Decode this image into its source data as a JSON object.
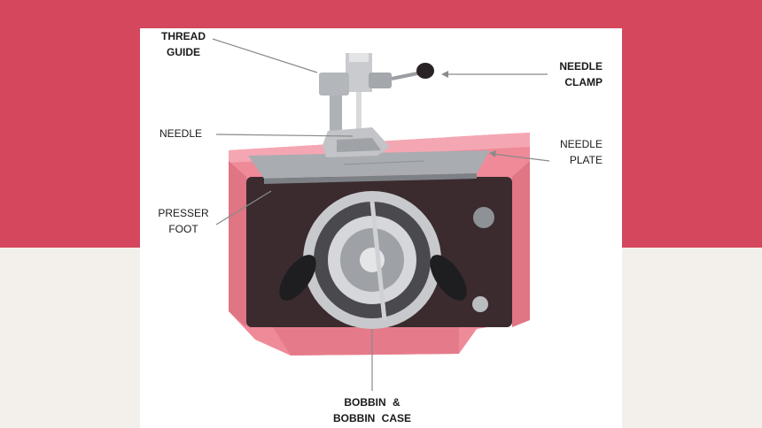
{
  "labels": {
    "thread_guide": [
      "THREAD",
      "GUIDE"
    ],
    "needle_clamp": [
      "NEEDLE",
      "CLAMP"
    ],
    "needle": "NEEDLE",
    "needle_plate": [
      "NEEDLE",
      "PLATE"
    ],
    "presser_foot": [
      "PRESSER",
      "FOOT"
    ],
    "bobbin": [
      "BOBBIN &",
      "BOBBIN CASE"
    ]
  },
  "colors": {
    "background_top": "#d4475c",
    "background_bottom": "#f3f0eb",
    "machine_pink": "#ef8a98",
    "metal": "#b9bcc0",
    "text": "#1a1a1a"
  }
}
